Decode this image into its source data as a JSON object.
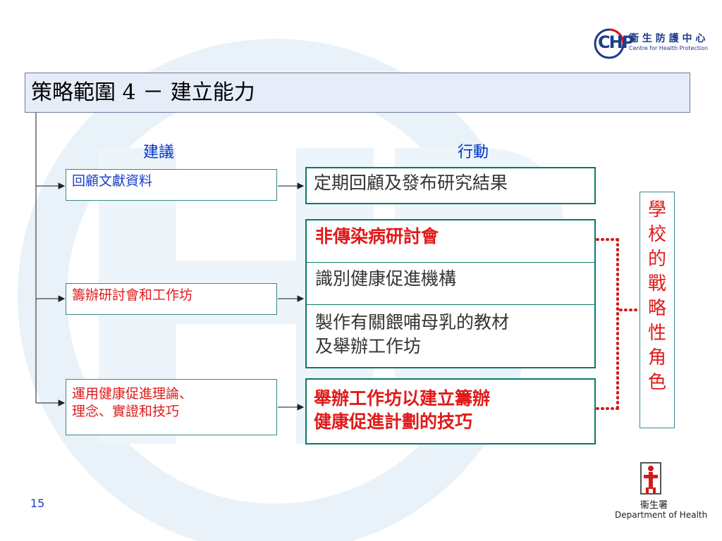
{
  "header": {
    "logo_mark": "CHP",
    "logo_zh": "衞 生 防 護 中 心",
    "logo_en": "Centre for Health Protection"
  },
  "title": "策略範圍 4 － 建立能力",
  "columns": {
    "recommendations": "建議",
    "actions": "行動"
  },
  "recommendations": [
    {
      "label": "回顧文獻資料",
      "color": "#1a3fc8"
    },
    {
      "label": "籌辦研討會和工作坊",
      "color": "#e01a1a"
    },
    {
      "label_line1": "運用健康促進理論、",
      "label_line2": "理念、實證和技巧",
      "color": "#e01a1a"
    }
  ],
  "actions": {
    "review": "定期回顧及發布研究結果",
    "group": [
      {
        "label": "非傳染病研討會"
      },
      {
        "label": "識別健康促進機構"
      },
      {
        "label_line1": "製作有關餵哺母乳的教材",
        "label_line2": "及舉辦工作坊"
      }
    ],
    "skills_line1": "舉辦工作坊以建立籌辦",
    "skills_line2": "健康促進計劃的技巧"
  },
  "role": [
    "學",
    "校",
    "的",
    "戰",
    "略",
    "性",
    "角",
    "色"
  ],
  "footer": {
    "page_number": "15",
    "doh_zh": "衞生署",
    "doh_en": "Department of Health"
  },
  "colors": {
    "blue_text": "#1a3fc8",
    "red_text": "#e01a1a",
    "teal_border": "#0a7a6a",
    "title_bg": "#e6ecf8",
    "dotted_connector": "#d41a1a"
  }
}
